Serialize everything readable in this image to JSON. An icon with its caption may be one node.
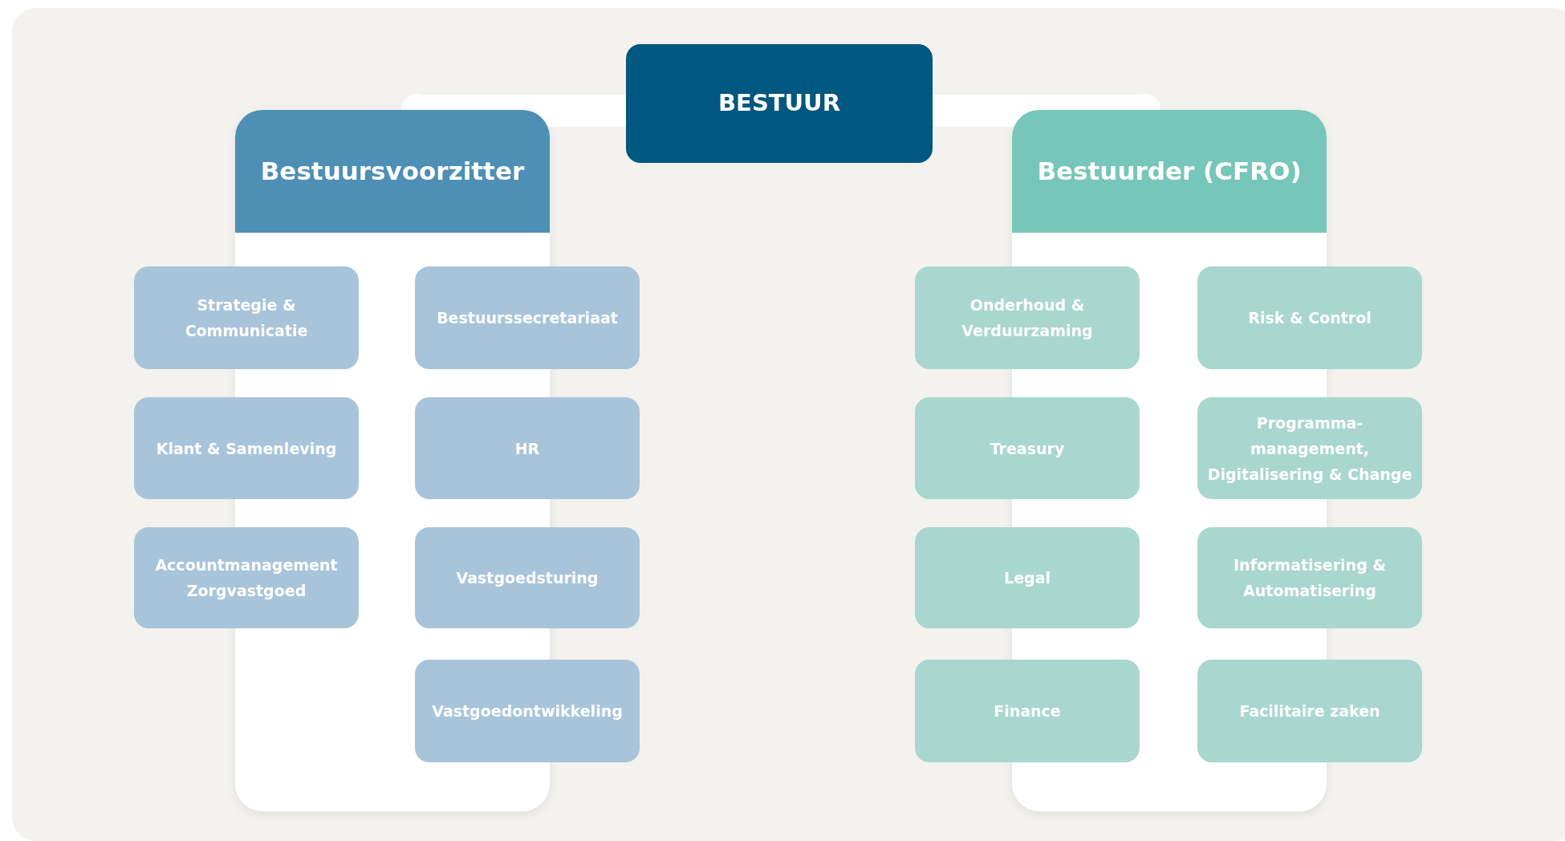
{
  "diagram": {
    "nodes": [
      {
        "text": [
          "BESTUUR"
        ]
      },
      {
        "text": [
          "Bestuursvoorzitter"
        ]
      },
      {
        "text": [
          "Bestuurder (CFRO)"
        ]
      },
      {
        "text": [
          "Strategie & Communicatie"
        ]
      },
      {
        "text": [
          "Bestuurssecretariaat"
        ]
      },
      {
        "text": [
          "Klant & Samenleving"
        ]
      },
      {
        "text": [
          "HR"
        ]
      },
      {
        "text": [
          "Accountmanagement Zorgvastgoed"
        ]
      },
      {
        "text": [
          "Vastgoedsturing"
        ]
      },
      {
        "text": [
          "Vastgoedontwikkeling"
        ]
      },
      {
        "text": [
          "Onderhoud & Verduurzaming"
        ]
      },
      {
        "text": [
          "Risk & Control"
        ]
      },
      {
        "text": [
          "Treasury"
        ]
      },
      {
        "text": [
          "Programma-management, Digitalisering & Change"
        ]
      },
      {
        "text": [
          "Legal"
        ]
      },
      {
        "text": [
          "Informatisering & Automatisering"
        ]
      },
      {
        "text": [
          "Finance"
        ]
      },
      {
        "text": [
          "Facilitaire zaken"
        ]
      }
    ],
    "edges": [
      {
        "from": 0,
        "to": 1,
        "arrow": "none"
      },
      {
        "from": 0,
        "to": 2,
        "arrow": "none"
      }
    ]
  }
}
